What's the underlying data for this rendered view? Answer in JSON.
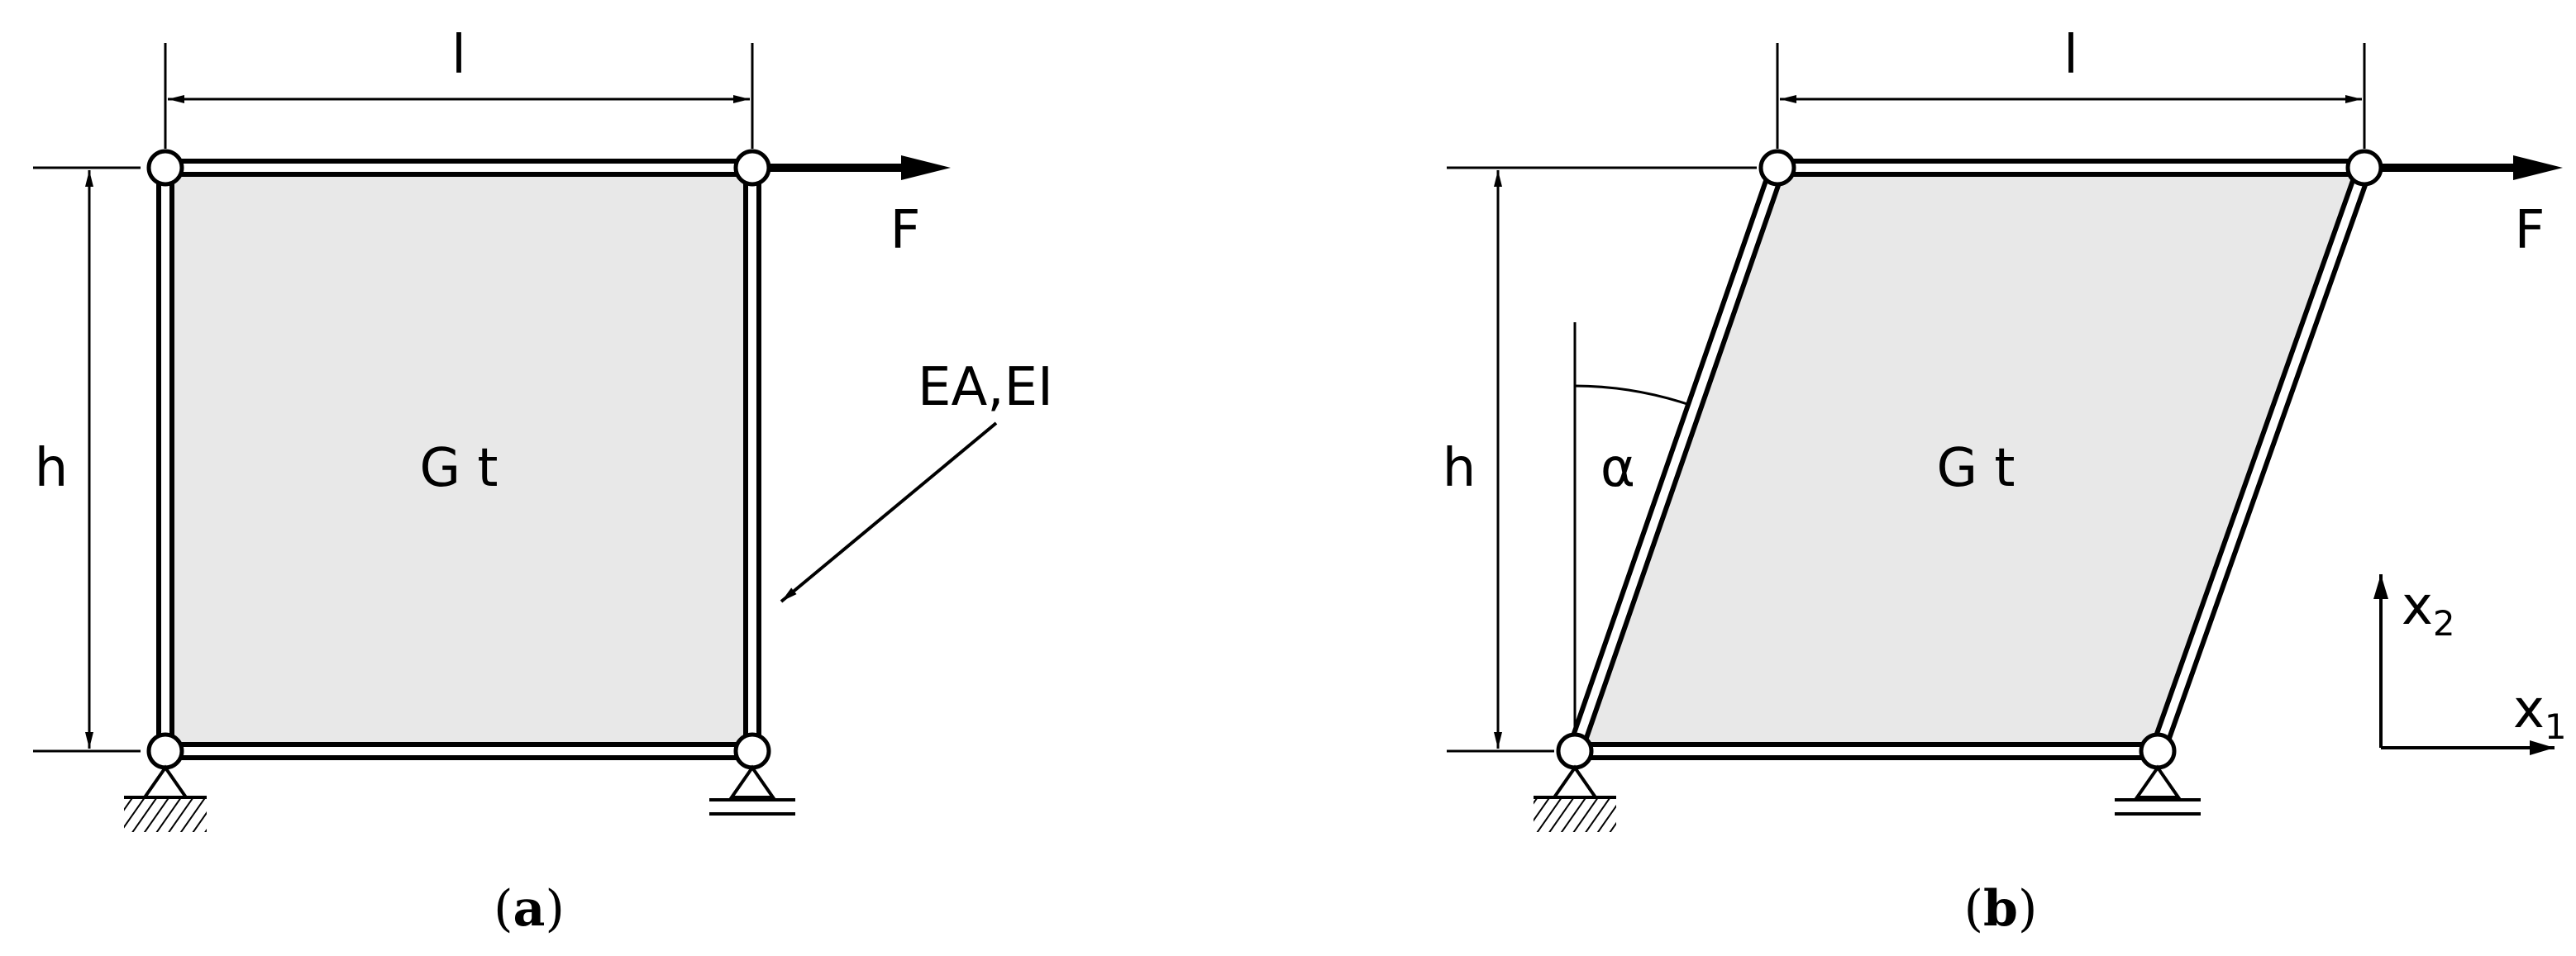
{
  "panels": [
    {
      "id": "a",
      "caption": "a",
      "width_label": "l",
      "height_label": "h",
      "force_label": "F",
      "material_label": "G t",
      "stiffness_label": "EA,EI"
    },
    {
      "id": "b",
      "caption": "b",
      "width_label": "l",
      "height_label": "h",
      "force_label": "F",
      "material_label": "G t",
      "angle_label": "α",
      "axis_x_label": "x",
      "axis_x_sub": "1",
      "axis_y_label": "x",
      "axis_y_sub": "2"
    }
  ]
}
